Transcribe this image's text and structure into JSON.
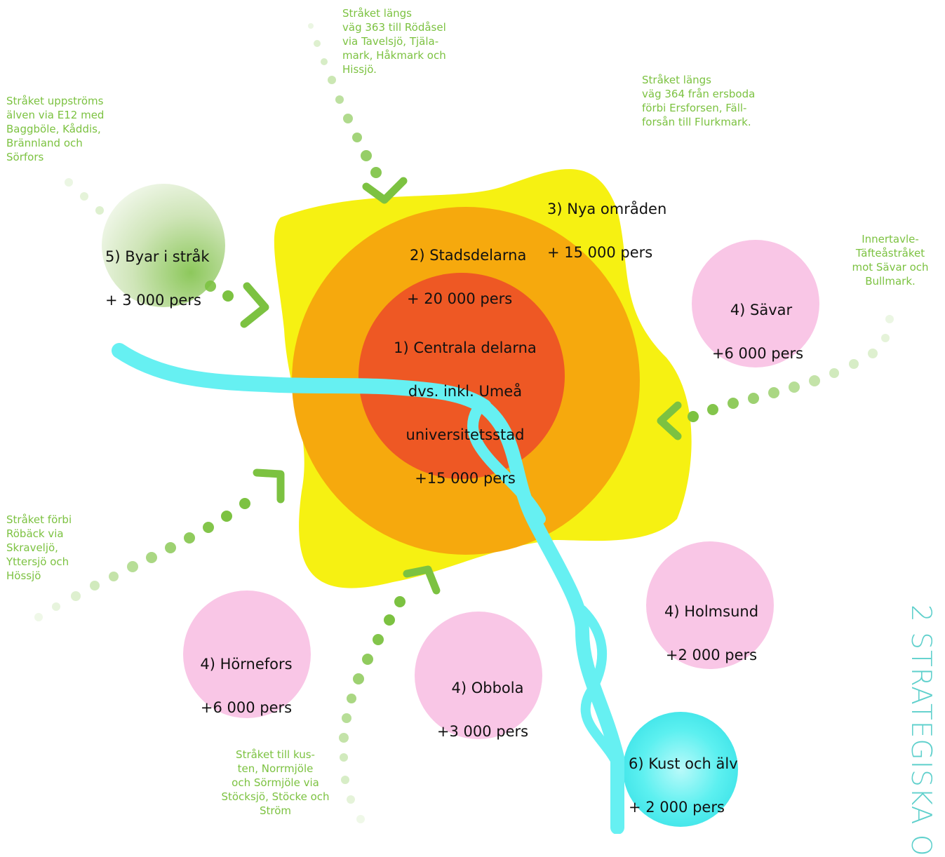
{
  "colors": {
    "route_green": "#7cc241",
    "yellow_zone": "#f6f112",
    "orange_zone": "#f6a90d",
    "red_zone": "#ee5824",
    "pink_zone": "#f9c6e6",
    "cyan_river": "#66f0f2",
    "side_text": "#5fd0cc"
  },
  "zones": {
    "centrala": {
      "line1": "1) Centrala delarna",
      "line2": "dvs. inkl. Umeå",
      "line3": "universitetsstad",
      "line4": "+15 000 pers"
    },
    "stadsdelarna": {
      "line1": "2) Stadsdelarna",
      "line2": "+ 20 000 pers"
    },
    "nya": {
      "line1": "3) Nya områden",
      "line2": "+ 15 000 pers"
    },
    "savar": {
      "line1": "4) Sävar",
      "line2": "+6 000 pers"
    },
    "holmsund": {
      "line1": "4) Holmsund",
      "line2": "+2 000 pers"
    },
    "obbola": {
      "line1": "4) Obbola",
      "line2": "+3 000 pers"
    },
    "hornefors": {
      "line1": "4) Hörnefors",
      "line2": "+6 000 pers"
    },
    "byar": {
      "line1": "5) Byar i stråk",
      "line2": "+ 3 000 pers"
    },
    "kust": {
      "line1": "6) Kust och älv",
      "line2": "+ 2 000 pers"
    }
  },
  "routes": {
    "e12": "Stråket uppströms\nälven via E12 med\nBaggböle,  Kåddis,\nBrännland och\nSörfors",
    "v363": "Stråket längs\nväg 363 till Rödåsel\nvia Tavelsjö, Tjäla-\nmark, Håkmark och\nHissjö.",
    "v364": "Stråket längs\nväg 364 från ersboda\nförbi Ersforsen, Fäll-\nforsån till Flurkmark.",
    "innertavle": "Innertavle-\nTäfteåstråket\nmot Sävar och\nBullmark.",
    "roback": "Stråket förbi\nRöbäck via\nSkraveljö,\nYttersjö och\nHössjö",
    "kusten": "Stråket till kus-\nten, Norrmjöle\noch Sörmjöle via\nStöcksjö, Stöcke och\nStröm"
  },
  "side_title": "2 STRATEGISKA O"
}
